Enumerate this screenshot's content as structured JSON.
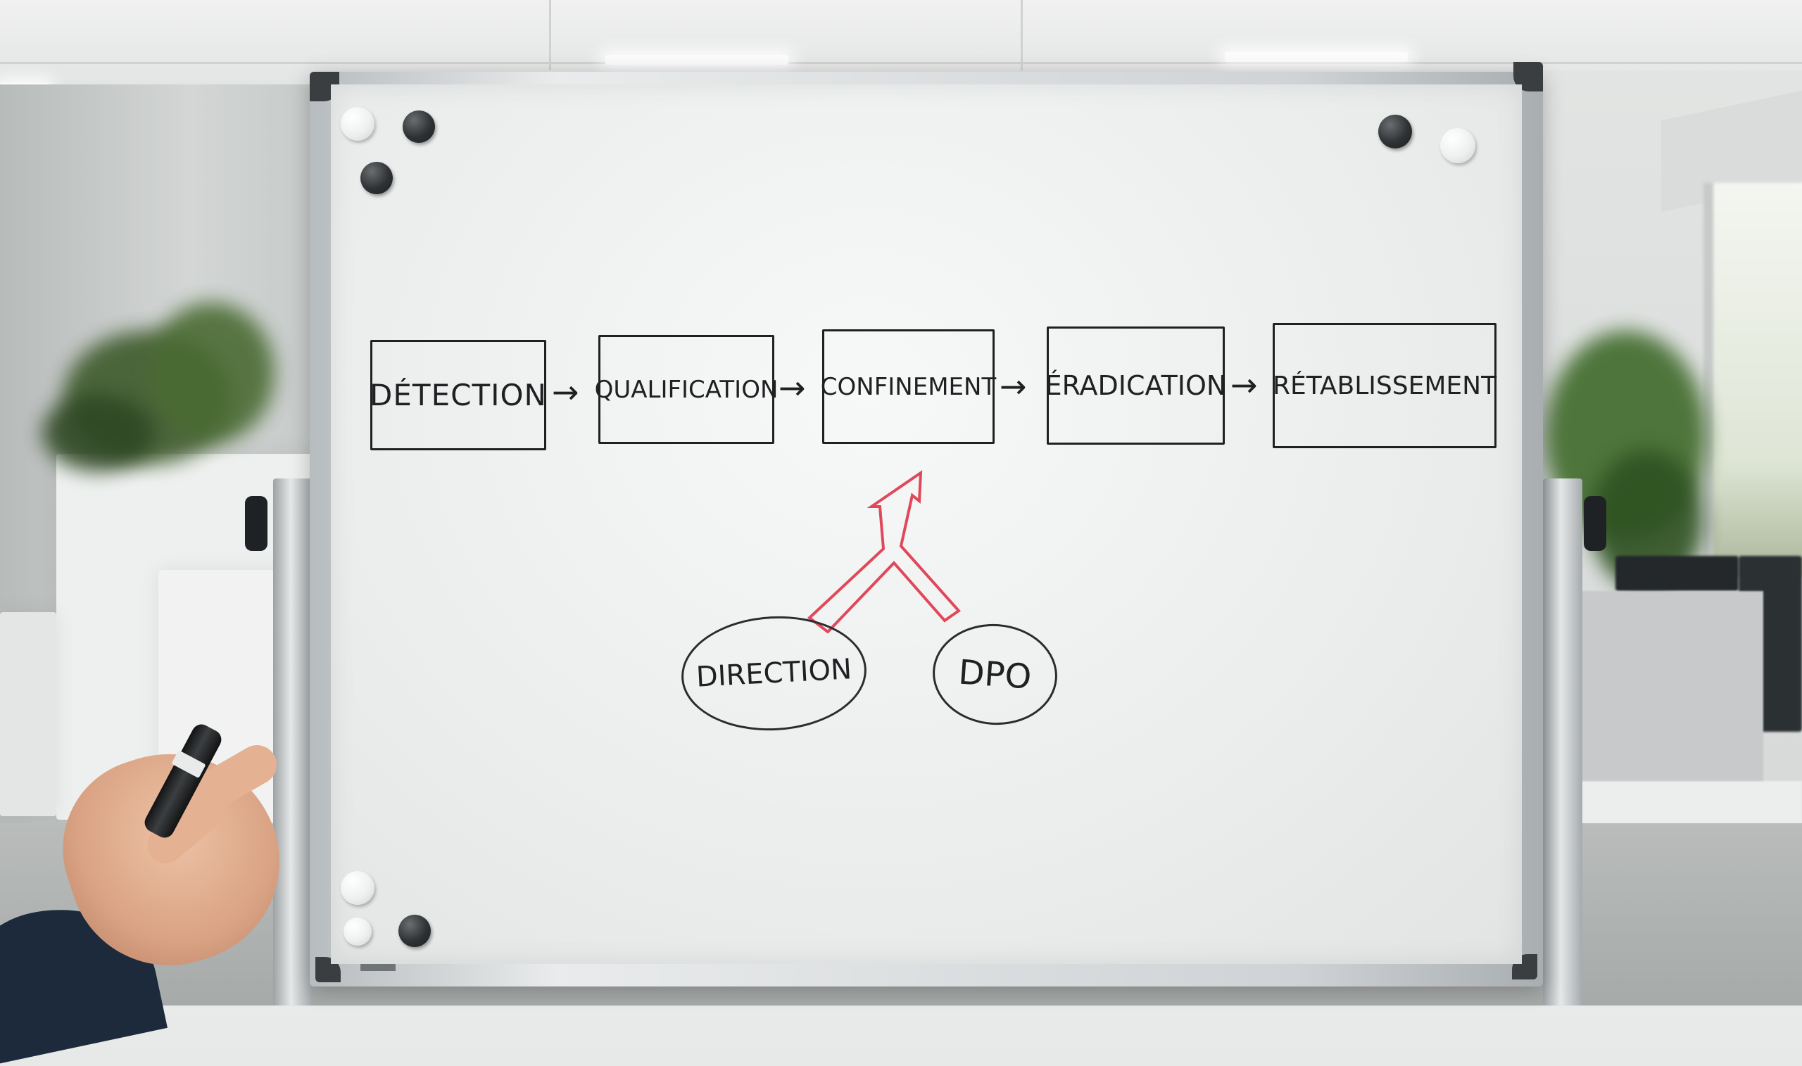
{
  "flow": {
    "steps": [
      {
        "label": "DÉTECTION"
      },
      {
        "label": "QUALIFICATION"
      },
      {
        "label": "CONFINEMENT"
      },
      {
        "label": "ÉRADICATION"
      },
      {
        "label": "RÉTABLISSEMENT"
      }
    ],
    "arrow_glyph": "→"
  },
  "stakeholders": {
    "left": "DIRECTION",
    "right": "DPO"
  },
  "colors": {
    "ink": "#1e2022",
    "red_marker": "#e0485a",
    "board": "#f2f3f3"
  }
}
